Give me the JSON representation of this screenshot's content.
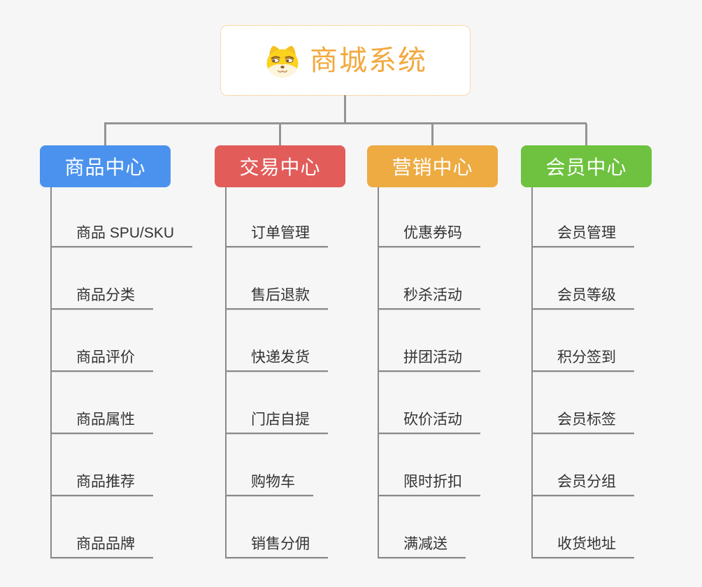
{
  "root": {
    "title": "商城系统",
    "icon": "doge-icon"
  },
  "colors": {
    "root_accent": "#f2a93e",
    "root_border": "#f2b152",
    "connector": "#949494",
    "leaf_text": "#333333",
    "background": "#f6f6f6"
  },
  "branches": [
    {
      "id": "product-center",
      "label": "商品中心",
      "color": "#4b92ee",
      "children": [
        "商品 SPU/SKU",
        "商品分类",
        "商品评价",
        "商品属性",
        "商品推荐",
        "商品品牌"
      ]
    },
    {
      "id": "trade-center",
      "label": "交易中心",
      "color": "#e25c5a",
      "children": [
        "订单管理",
        "售后退款",
        "快递发货",
        "门店自提",
        "购物车",
        "销售分佣"
      ]
    },
    {
      "id": "marketing-center",
      "label": "营销中心",
      "color": "#edab42",
      "children": [
        "优惠券码",
        "秒杀活动",
        "拼团活动",
        "砍价活动",
        "限时折扣",
        "满减送"
      ]
    },
    {
      "id": "member-center",
      "label": "会员中心",
      "color": "#6ec23f",
      "children": [
        "会员管理",
        "会员等级",
        "积分签到",
        "会员标签",
        "会员分组",
        "收货地址"
      ]
    }
  ]
}
